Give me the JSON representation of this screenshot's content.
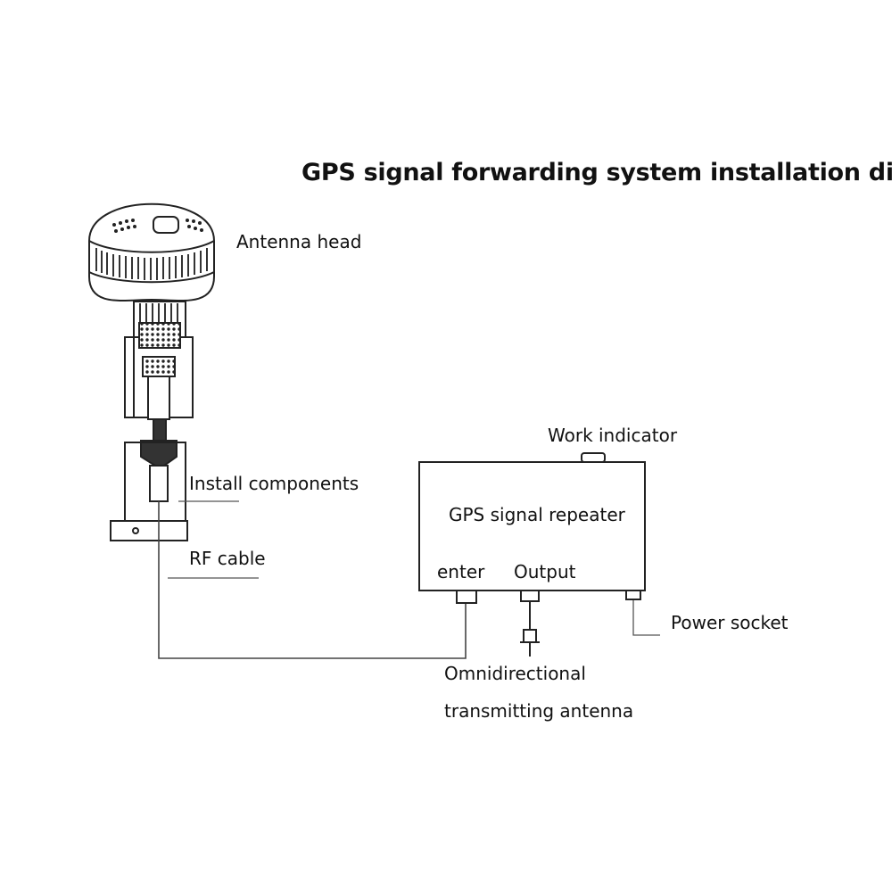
{
  "title": "GPS signal forwarding system installation diagram",
  "labels": {
    "antenna_head": "Antenna head",
    "install_components": "Install components",
    "rf_cable": "RF cable",
    "work_indicator": "Work indicator",
    "repeater": "GPS signal repeater",
    "enter": "enter",
    "output": "Output",
    "power_socket": "Power socket",
    "omni_line1": "Omnidirectional",
    "omni_line2": "transmitting antenna"
  },
  "colors": {
    "ink": "#111111",
    "line": "#444444",
    "background": "#ffffff"
  }
}
